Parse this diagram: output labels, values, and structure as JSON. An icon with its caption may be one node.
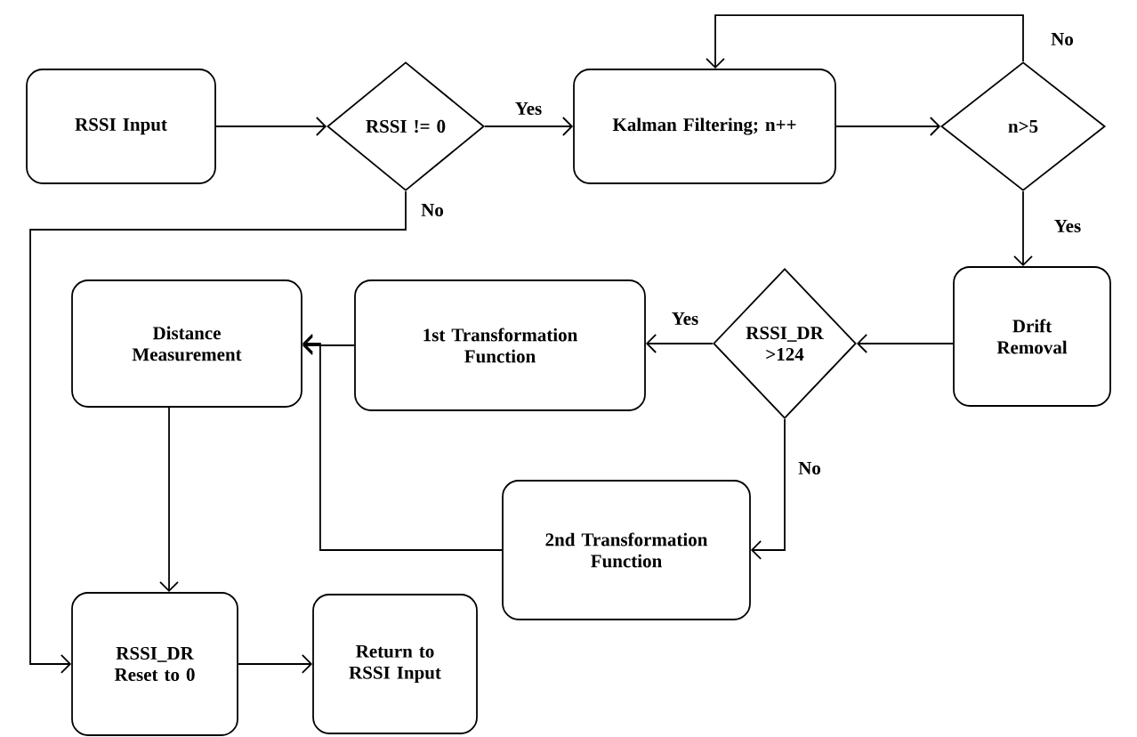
{
  "diagram": {
    "nodes": [
      {
        "text": [
          "RSSI Input"
        ]
      },
      {
        "text": [
          "RSSI != 0"
        ]
      },
      {
        "text": [
          "Kalman Filtering; n++"
        ]
      },
      {
        "text": [
          "n>5"
        ]
      },
      {
        "text": [
          "Drift Removal"
        ]
      },
      {
        "text": [
          "RSSI_DR >124"
        ]
      },
      {
        "text": [
          "1st Transformation Function"
        ]
      },
      {
        "text": [
          "Distance Measurement"
        ]
      },
      {
        "text": [
          "2nd Transformation Function"
        ]
      },
      {
        "text": [
          "RSSI_DR Reset to 0"
        ]
      },
      {
        "text": [
          "Return to RSSI Input"
        ]
      }
    ],
    "edges": [
      {
        "from": 0,
        "to": 1,
        "arrow": "to"
      },
      {
        "from": 1,
        "to": 2,
        "arrow": "to",
        "label": "Yes"
      },
      {
        "from": 2,
        "to": 3,
        "arrow": "to"
      },
      {
        "from": 3,
        "to": 2,
        "arrow": "to",
        "label": "No"
      },
      {
        "from": 3,
        "to": 4,
        "arrow": "to",
        "label": "Yes"
      },
      {
        "from": 4,
        "to": 5,
        "arrow": "to"
      },
      {
        "from": 5,
        "to": 6,
        "arrow": "to",
        "label": "Yes"
      },
      {
        "from": 6,
        "to": 7,
        "arrow": "to"
      },
      {
        "from": 5,
        "to": 8,
        "arrow": "to",
        "label": "No"
      },
      {
        "from": 8,
        "to": 7,
        "arrow": "to"
      },
      {
        "from": 7,
        "to": 9,
        "arrow": "to"
      },
      {
        "from": 1,
        "to": 9,
        "arrow": "to",
        "label": "No"
      },
      {
        "from": 9,
        "to": 10,
        "arrow": "to"
      }
    ]
  }
}
